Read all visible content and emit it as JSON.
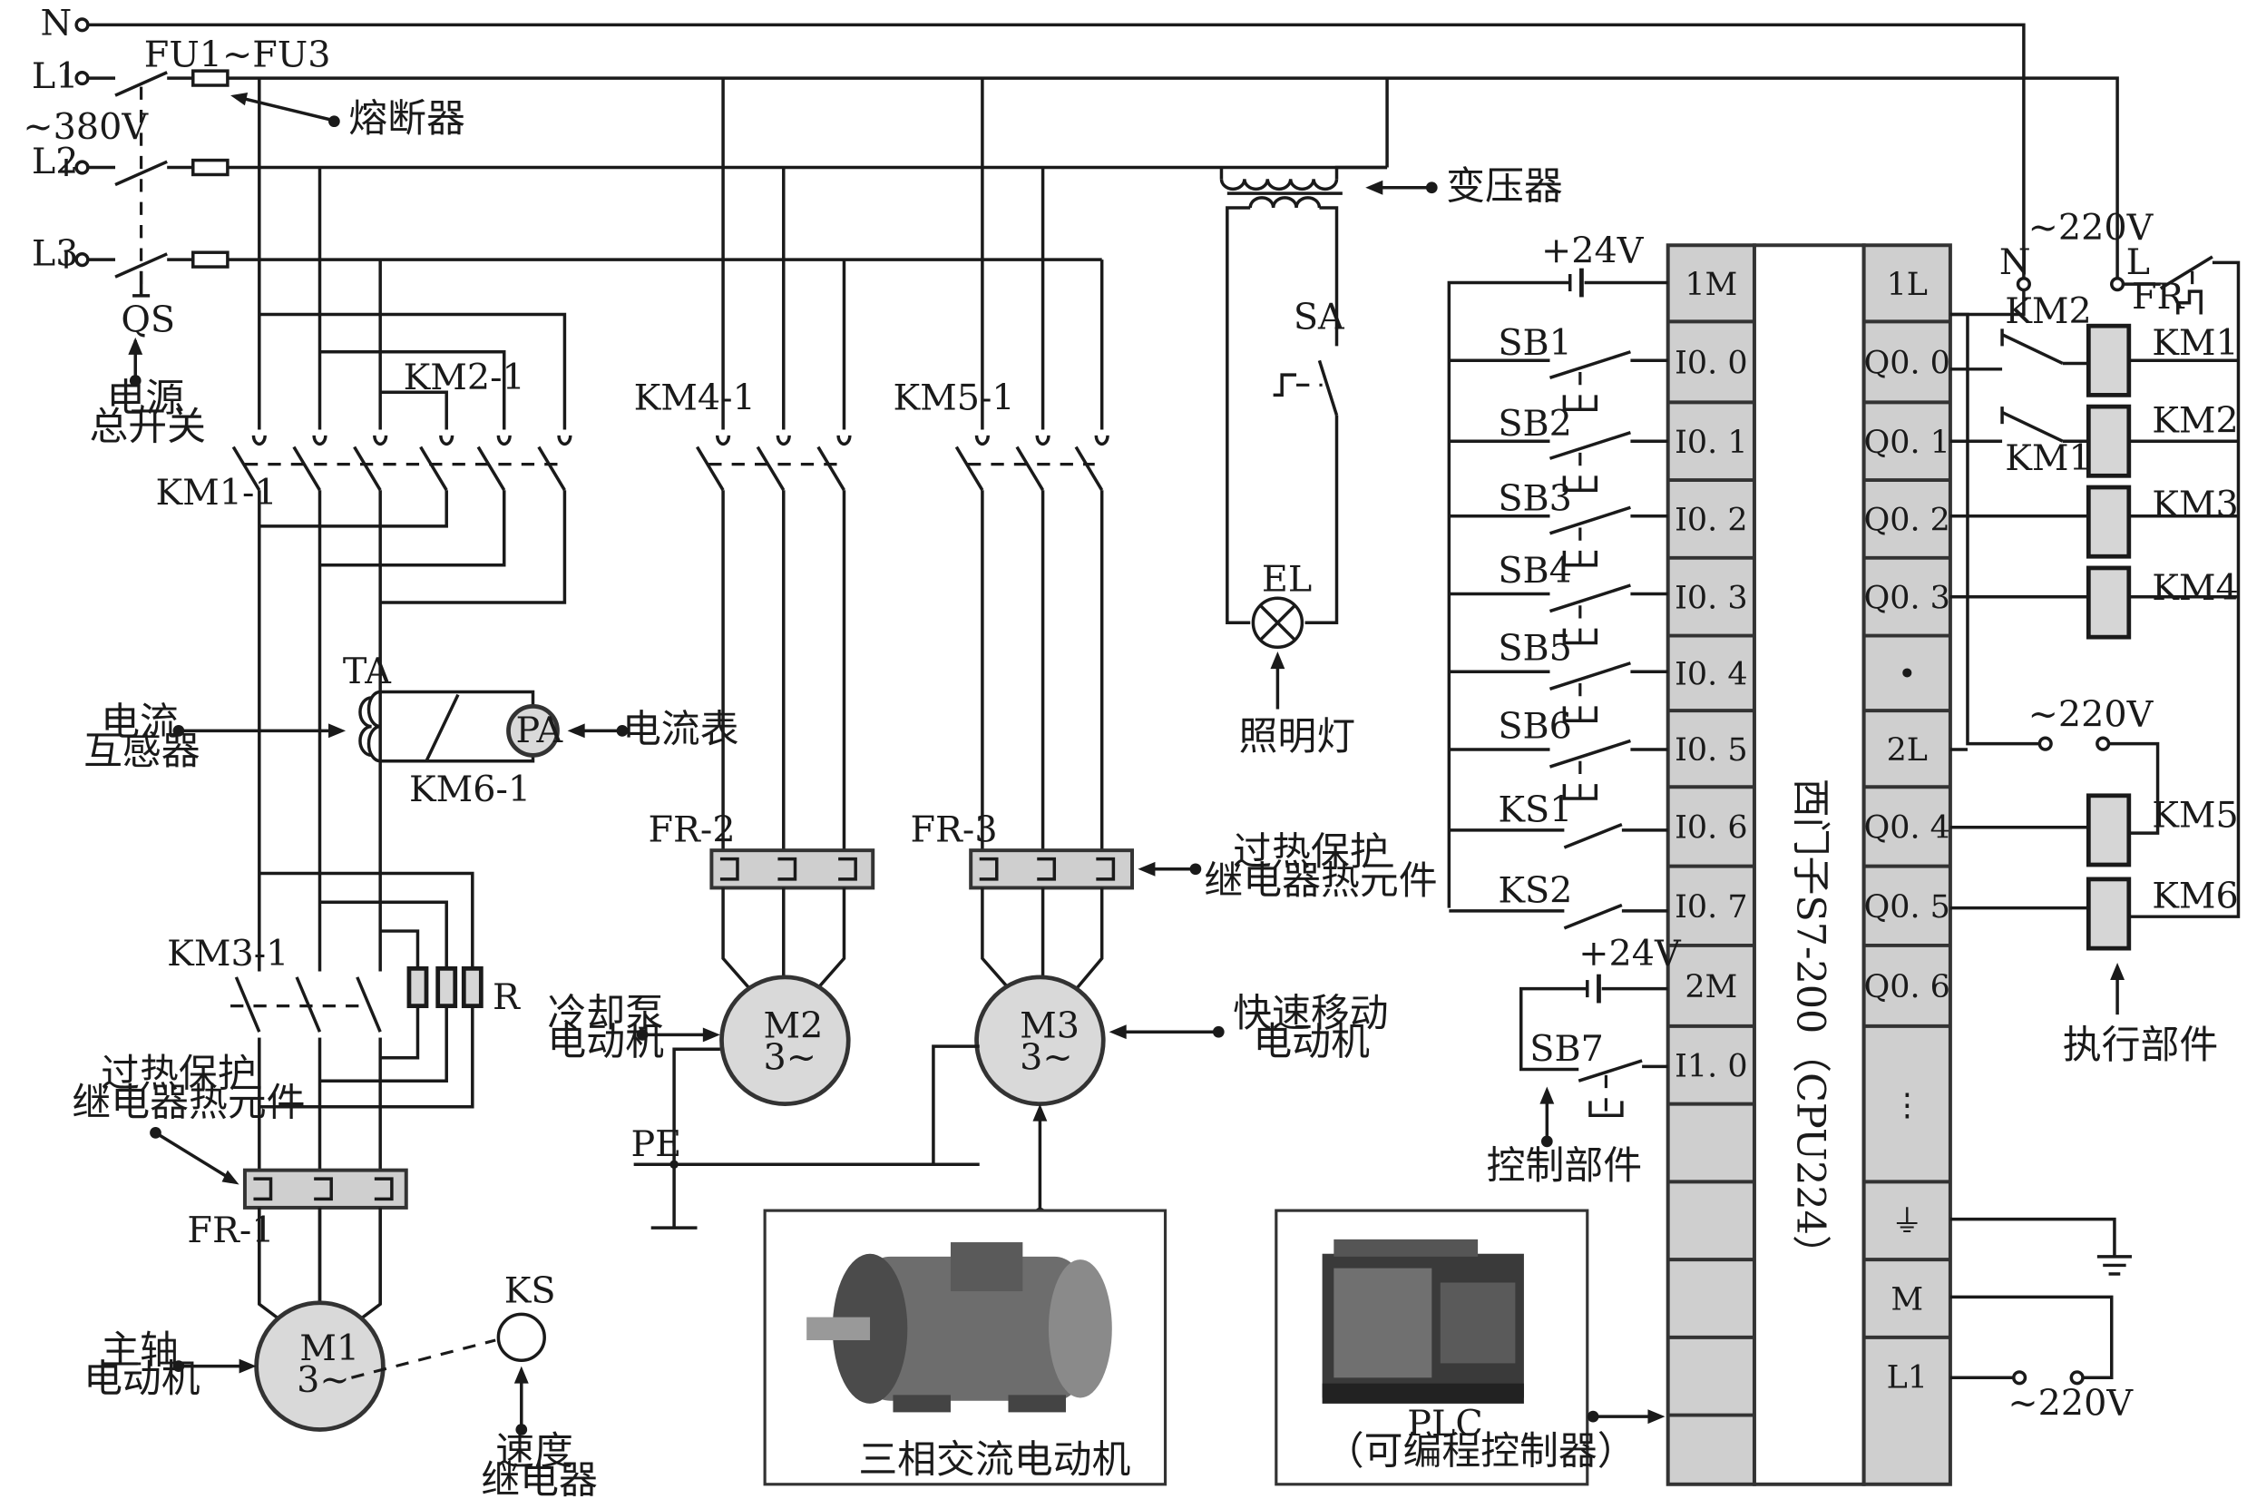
{
  "power": {
    "n": "N",
    "l1": "L1",
    "l2": "L2",
    "l3": "L3",
    "voltage": "~380V",
    "fuse": "FU1~FU3",
    "fuse_note": "熔断器",
    "qs": "QS",
    "qs_note_1": "电源",
    "qs_note_2": "总开关"
  },
  "main_circuit": {
    "km1": "KM1-1",
    "km2": "KM2-1",
    "ta": "TA",
    "ta_note_1": "电流",
    "ta_note_2": "互感器",
    "pa": "PA",
    "pa_note": "电流表",
    "km6": "KM6-1",
    "km3": "KM3-1",
    "r": "R",
    "fr_note_1": "过热保护",
    "fr_note_2": "继电器热元件",
    "fr1": "FR-1",
    "m1": "M1",
    "m1_phase": "3~",
    "m1_note_1": "主轴",
    "m1_note_2": "电动机",
    "ks": "KS",
    "ks_note_1": "速度",
    "ks_note_2": "继电器"
  },
  "pump_circuit": {
    "km4": "KM4-1",
    "km5": "KM5-1",
    "fr2": "FR-2",
    "fr3": "FR-3",
    "fr_note_1": "过热保护",
    "fr_note_2": "继电器热元件",
    "m2": "M2",
    "m2_phase": "3~",
    "m2_note_1": "冷却泵",
    "m2_note_2": "电动机",
    "m3": "M3",
    "m3_phase": "3~",
    "m3_note_1": "快速移动",
    "m3_note_2": "电动机",
    "pe": "PE"
  },
  "lighting": {
    "transformer_note": "变压器",
    "sa": "SA",
    "el": "EL",
    "el_note": "照明灯"
  },
  "photos": {
    "motor_caption": "三相交流电动机",
    "plc_caption_1": "PLC",
    "plc_caption_2": "（可编程控制器）"
  },
  "plc": {
    "model": "西门子S7-200（CPU224）",
    "left_terminals": [
      "1M",
      "I0. 0",
      "I0. 1",
      "I0. 2",
      "I0. 3",
      "I0. 4",
      "I0. 5",
      "I0. 6",
      "I0. 7",
      "2M",
      "I1. 0",
      "",
      "",
      "",
      "",
      ""
    ],
    "right_terminals": [
      "1L",
      "Q0. 0",
      "Q0. 1",
      "Q0. 2",
      "Q0. 3",
      "•",
      "2L",
      "Q0. 4",
      "Q0. 5",
      "Q0. 6",
      "⋮",
      "⏚",
      "M",
      "L1"
    ]
  },
  "inputs": {
    "v24_1": "+24V",
    "v24_2": "+24V",
    "sb1": "SB1",
    "sb2": "SB2",
    "sb3": "SB3",
    "sb4": "SB4",
    "sb5": "SB5",
    "sb6": "SB6",
    "ks1": "KS1",
    "ks2": "KS2",
    "sb7": "SB7",
    "control_note": "控制部件"
  },
  "outputs": {
    "v220_top": "~220V",
    "n": "N",
    "l": "L",
    "fr": "FR",
    "km2_interlock": "KM2",
    "km1_interlock": "KM1",
    "km1": "KM1",
    "km2": "KM2",
    "km3": "KM3",
    "km4": "KM4",
    "v220_mid": "~220V",
    "km5": "KM5",
    "km6": "KM6",
    "actuator_note": "执行部件",
    "v220_bot": "~220V"
  }
}
